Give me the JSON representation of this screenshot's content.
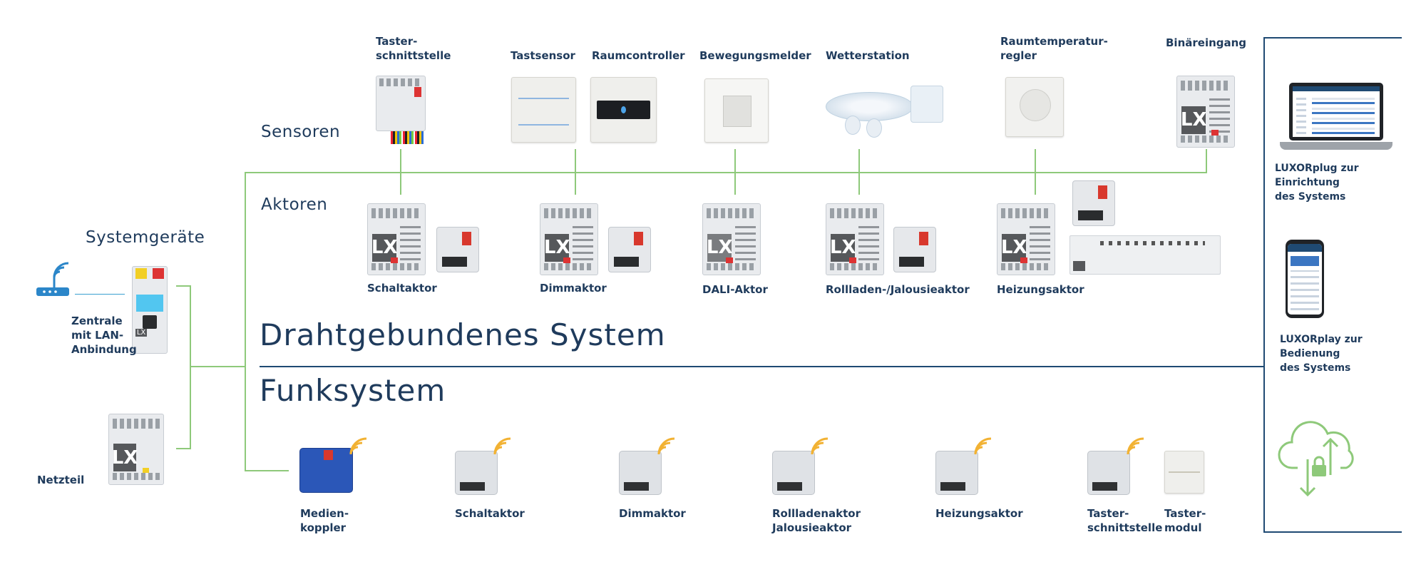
{
  "sections": {
    "sensoren": "Sensoren",
    "aktoren": "Aktoren",
    "systemgeraete": "Systemgeräte",
    "wired": "Drahtgebundenes System",
    "wireless": "Funksystem"
  },
  "sensors": [
    {
      "label": "Taster-\nschnittstelle"
    },
    {
      "label": "Tastsensor"
    },
    {
      "label": "Raumcontroller"
    },
    {
      "label": "Bewegungsmelder"
    },
    {
      "label": "Wetterstation"
    },
    {
      "label": "Raumtemperatur-\nregler"
    },
    {
      "label": "Binäreingang"
    }
  ],
  "actuators": [
    {
      "label": "Schaltaktor"
    },
    {
      "label": "Dimmaktor"
    },
    {
      "label": "DALI-Aktor"
    },
    {
      "label": "Rollladen-/Jalousieaktor"
    },
    {
      "label": "Heizungsaktor"
    }
  ],
  "system_devices": {
    "zentrale": "Zentrale\nmit LAN-\nAnbindung",
    "netzteil": "Netzteil"
  },
  "wireless_devices": [
    {
      "label": "Medien-\nkoppler"
    },
    {
      "label": "Schaltaktor"
    },
    {
      "label": "Dimmaktor"
    },
    {
      "label": "Rollladenaktor\nJalousieaktor"
    },
    {
      "label": "Heizungsaktor"
    },
    {
      "label": "Taster-\nschnittstelle"
    },
    {
      "label": "Taster-\nmodul"
    }
  ],
  "apps": {
    "luxorplug": "LUXORplug zur\nEinrichtung\ndes Systems",
    "luxorplay": "LUXORplay zur\nBedienung\ndes Systems"
  },
  "colors": {
    "navy": "#1f3b5c",
    "line_green": "#8ec97a",
    "wireless_waves": "#f2b233",
    "media_blue": "#2b57b8"
  }
}
